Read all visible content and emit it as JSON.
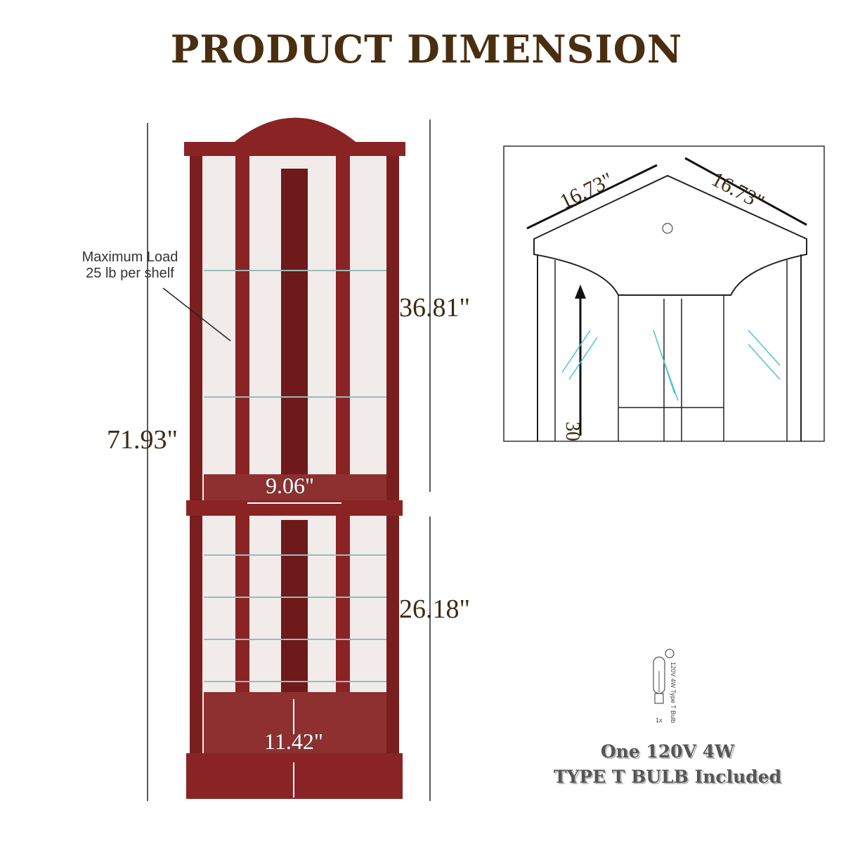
{
  "title": "PRODUCT DIMENSION",
  "dimensions": {
    "total_height": "71.93\"",
    "upper_height": "36.81\"",
    "lower_height": "26.18\"",
    "upper_depth": "9.06\"",
    "lower_depth": "11.42\"",
    "top_side_left": "16.73\"",
    "top_side_right": "16.73\"",
    "detail_partial": "30"
  },
  "load_note": {
    "line1": "Maximum Load",
    "line2": "25 lb per shelf"
  },
  "bulb": {
    "label_vertical": "120V 4W Type T Bulb",
    "quantity": "1x",
    "caption_line1": "One 120V 4W",
    "caption_line2": "TYPE T BULB Included"
  },
  "colors": {
    "title": "#4a2e10",
    "wood": "#8a2424",
    "wood_dark": "#5e1414"
  }
}
